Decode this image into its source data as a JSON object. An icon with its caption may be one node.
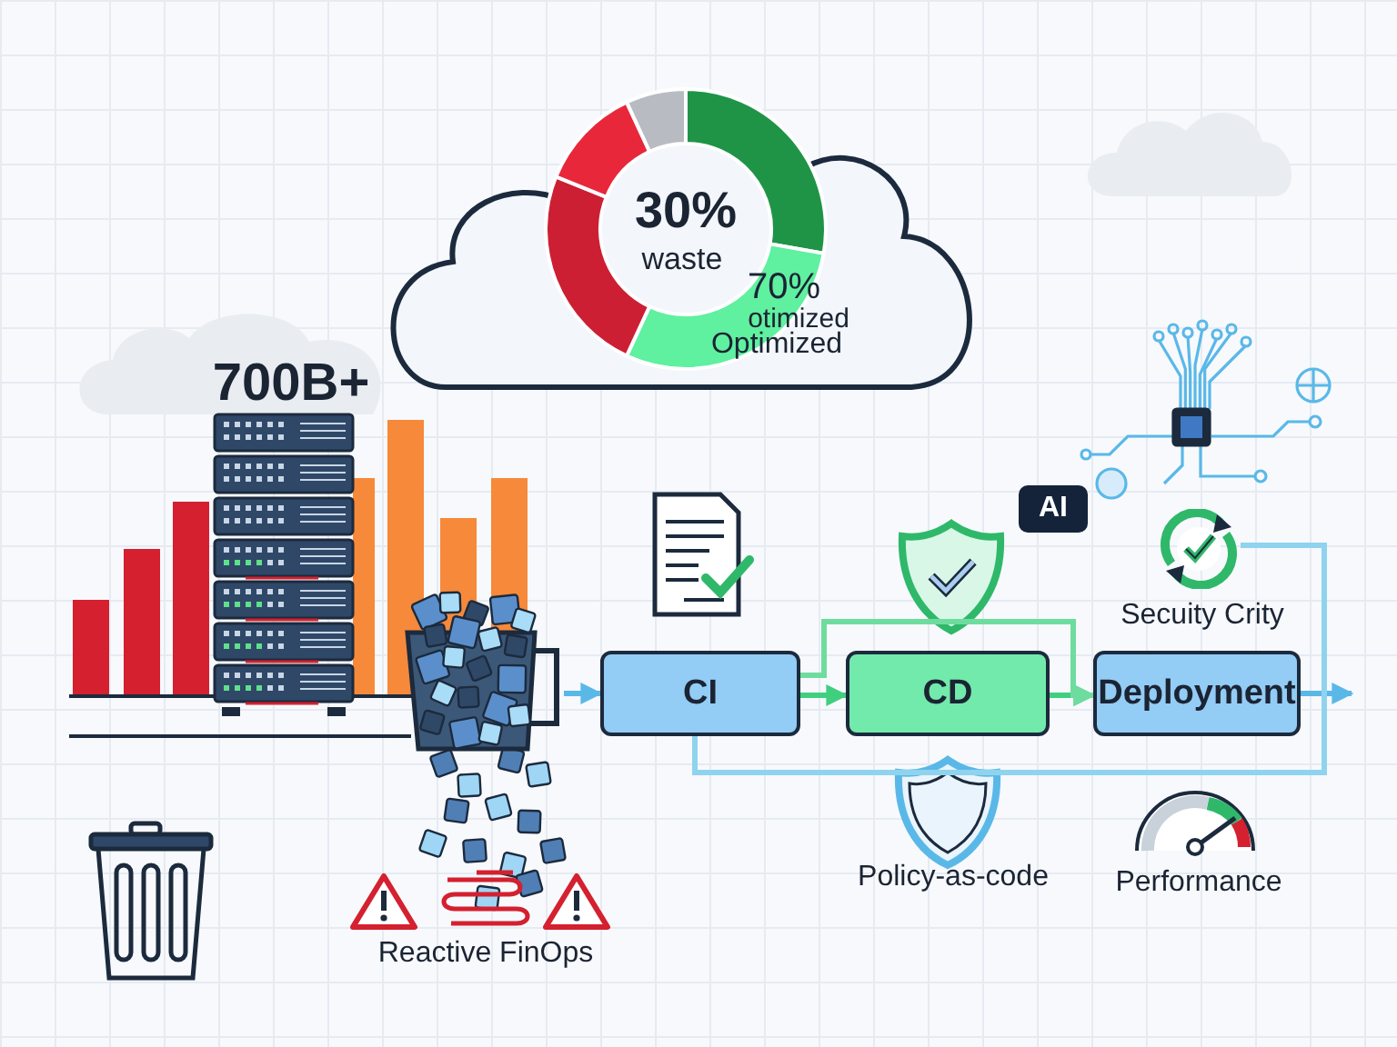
{
  "diagram": {
    "nodes": [
      {
        "text": [
          "30%",
          "waste",
          "70%",
          "otimized",
          "Optimized"
        ]
      },
      {
        "text": [
          "AI"
        ]
      },
      {
        "text": [],
        "shape": "picture"
      },
      {
        "text": [
          "CI"
        ]
      },
      {
        "text": [
          "CD"
        ]
      },
      {
        "text": [
          "Deployment"
        ]
      },
      {
        "text": [],
        "shape": "picture"
      }
    ],
    "edges": [
      {
        "from": 2,
        "to": 3,
        "arrow": "to",
        "color": "#5ab8e8"
      },
      {
        "from": 3,
        "to": 4,
        "arrow": "to",
        "color": "#3fcf7f"
      },
      {
        "from": 4,
        "to": 5,
        "arrow": "to",
        "color": "#3fcf7f"
      },
      {
        "from": 5,
        "to": null,
        "arrow": "to",
        "color": "#5ab8e8"
      },
      {
        "from": 3,
        "to": 5,
        "arrow": "to",
        "color": "#6fdc9f"
      },
      {
        "from": 3,
        "to": 6,
        "arrow": "none",
        "color": "#8fd3ee"
      }
    ],
    "labels": [
      "700B+",
      "Secuity Crity",
      "Policy-as-code",
      "Performance",
      "Reactive FinOps"
    ]
  }
}
